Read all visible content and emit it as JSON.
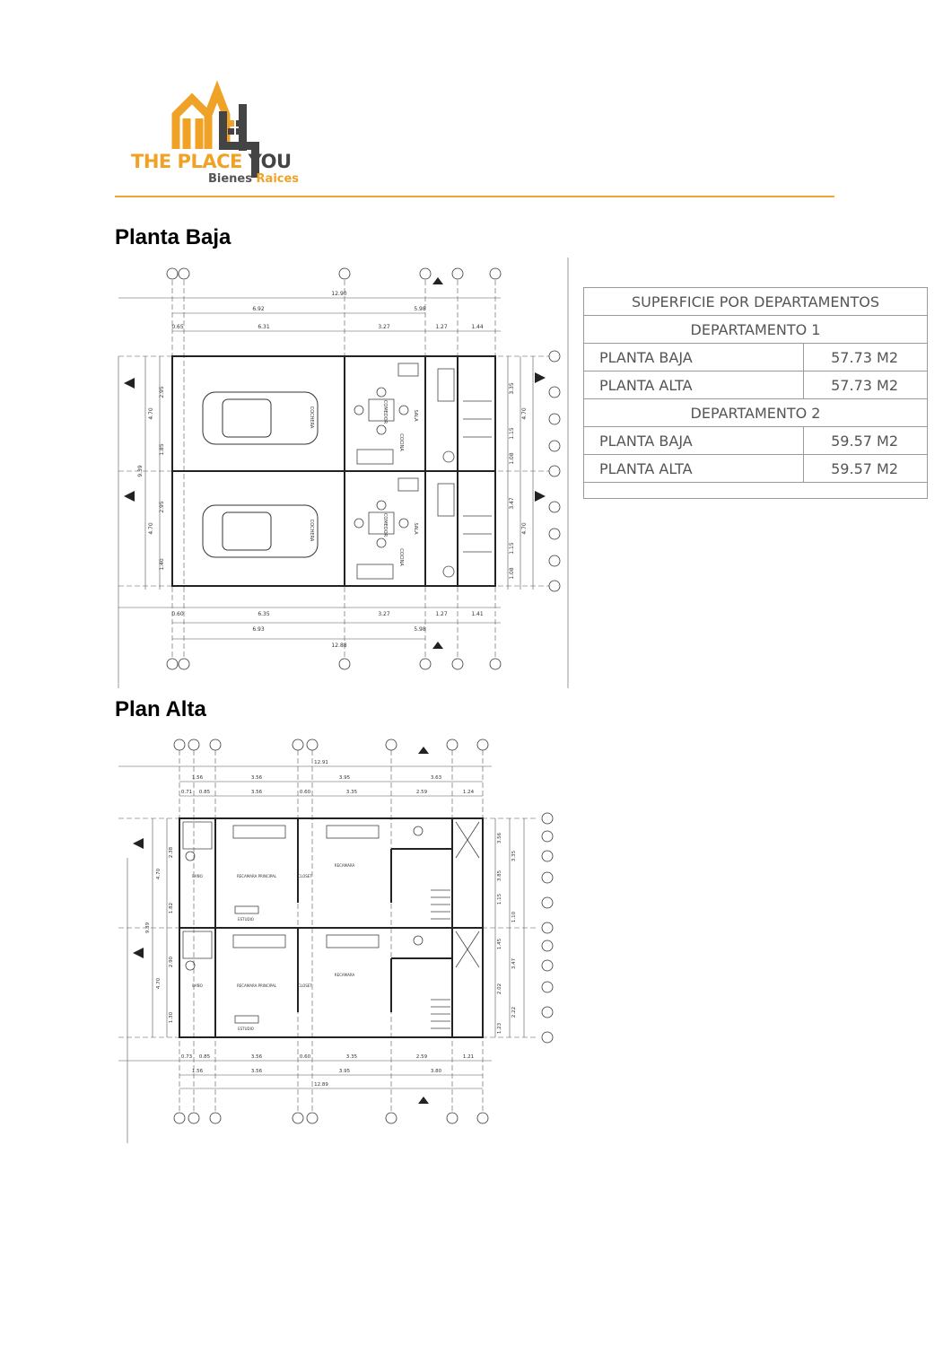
{
  "logo": {
    "brand_part1": "THE PLACE",
    "brand_part2": "YOU",
    "sub_part1": "Bienes",
    "sub_part2": "Raices",
    "accent_color": "#f0a226"
  },
  "sections": {
    "ground_title": "Planta Baja",
    "upper_title": "Plan Alta"
  },
  "area_table": {
    "title": "SUPERFICIE POR DEPARTAMENTOS",
    "units": [
      {
        "name": "DEPARTAMENTO 1",
        "rows": [
          {
            "label": "PLANTA BAJA",
            "value": "57.73 M2"
          },
          {
            "label": "PLANTA ALTA",
            "value": "57.73 M2"
          }
        ]
      },
      {
        "name": "DEPARTAMENTO 2",
        "rows": [
          {
            "label": "PLANTA BAJA",
            "value": "59.57 M2"
          },
          {
            "label": "PLANTA ALTA",
            "value": "59.57 M2"
          }
        ]
      }
    ]
  },
  "ground_plan": {
    "dims_top": [
      "12.90",
      "6.92",
      "5.98",
      "0.65",
      "6.31",
      "3.27",
      "1.27",
      "1.44"
    ],
    "dims_bottom": [
      "0.60",
      "6.35",
      "3.27",
      "1.27",
      "1.41",
      "6.93",
      "5.98",
      "12.88"
    ],
    "dims_left": [
      "2.95",
      "4.70",
      "1.85",
      "9.39",
      "2.95",
      "4.70",
      "1.40"
    ],
    "dims_right": [
      "3.35",
      "4.70",
      "1.15",
      "1.08",
      "3.47",
      "4.70",
      "1.15",
      "1.08"
    ],
    "room_labels": [
      "COCHERA",
      "COMEDOR",
      "SALA",
      "COCINA"
    ]
  },
  "upper_plan": {
    "dims_top": [
      "12.91",
      "1.56",
      "3.56",
      "3.95",
      "3.63",
      "0.71",
      "0.85",
      "3.56",
      "0.60",
      "3.35",
      "2.59",
      "1.24"
    ],
    "dims_bottom": [
      "0.73",
      "0.85",
      "3.56",
      "0.60",
      "3.35",
      "2.59",
      "1.21",
      "1.56",
      "3.56",
      "3.95",
      "3.80",
      "12.89"
    ],
    "dims_left": [
      "2.38",
      "4.70",
      "1.82",
      "9.39",
      "2.90",
      "4.70",
      "1.30"
    ],
    "dims_right": [
      "3.56",
      "3.35",
      "3.85",
      "1.15",
      "1.10",
      "1.45",
      "3.47",
      "2.02",
      "2.22",
      "1.23"
    ],
    "room_labels": [
      "RECAMARA PRINCIPAL",
      "RECAMARA",
      "CLOSET",
      "BAÑO",
      "ESTUDIO"
    ]
  }
}
